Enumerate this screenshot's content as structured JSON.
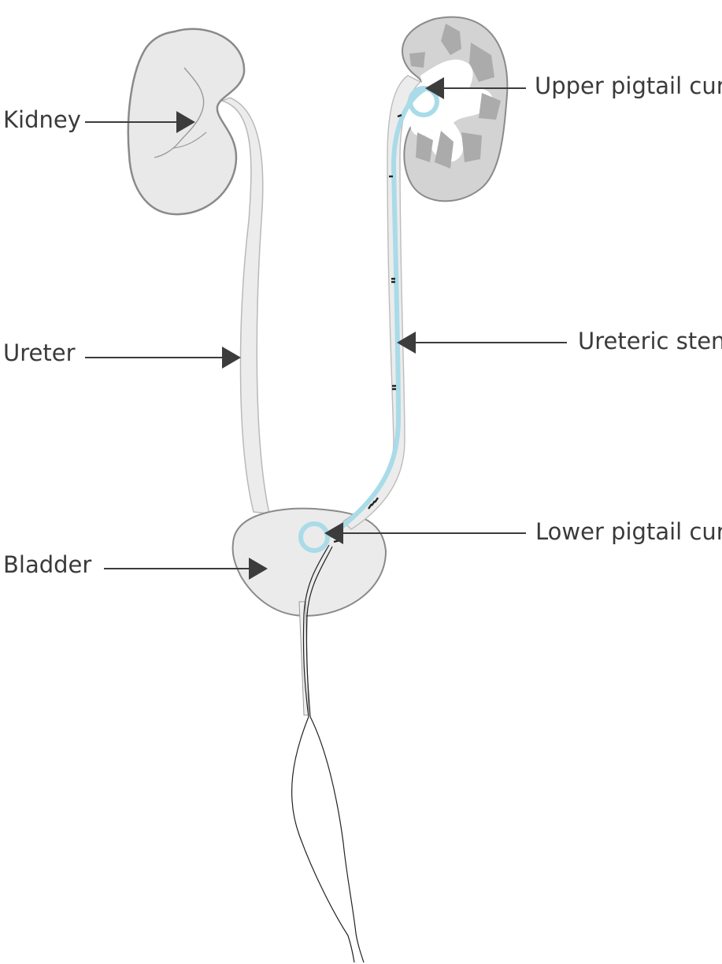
{
  "labels": {
    "kidney": "Kidney",
    "ureter": "Ureter",
    "bladder": "Bladder",
    "upper_pigtail_curl": "Upper pigtail curl",
    "ureteric_stent": "Ureteric stent",
    "lower_pigtail_curl": "Lower pigtail curl"
  },
  "colors": {
    "organ_fill": "#ebebeb",
    "organ_stroke": "#8a8a8a",
    "kidney_section_fill": "#d2d2d2",
    "kidney_cavity_fill": "#ffffff",
    "pyramid_fill": "#a9a9a9",
    "stent": "#a9dbe8",
    "arrow": "#3c3c3c",
    "text": "#3a3a3a"
  }
}
